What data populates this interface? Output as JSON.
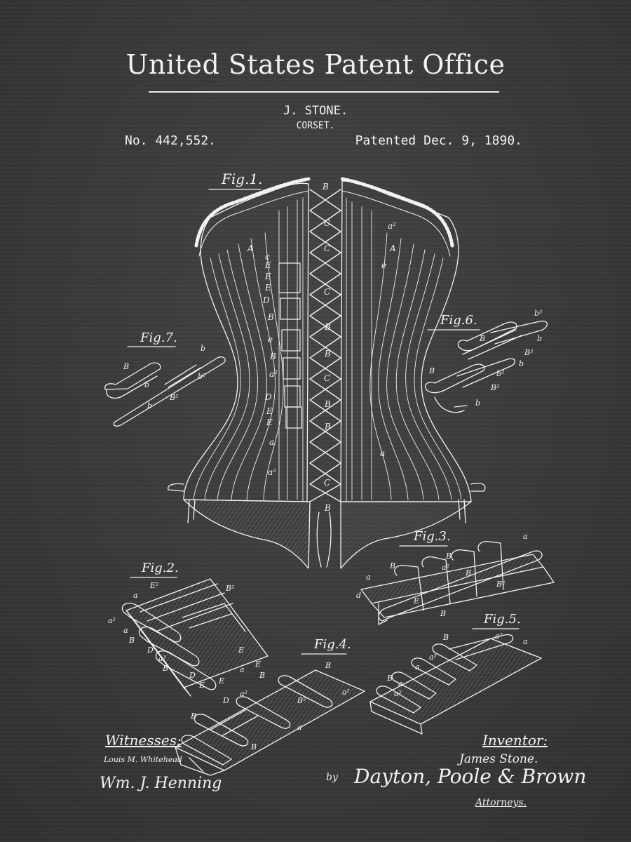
{
  "header": {
    "office": "United States Patent Office",
    "inventor": "J. STONE.",
    "invention": "CORSET.",
    "number": "No. 442,552.",
    "date": "Patented Dec. 9, 1890."
  },
  "figures": {
    "fig1": "Fig.1.",
    "fig2": "Fig.2.",
    "fig3": "Fig.3.",
    "fig4": "Fig.4.",
    "fig5": "Fig.5.",
    "fig6": "Fig.6.",
    "fig7": "Fig.7."
  },
  "labels": {
    "A": "A",
    "B": "B",
    "C": "C",
    "D": "D",
    "E": "E",
    "a": "a",
    "b": "b",
    "c": "c",
    "d": "d",
    "e": "e",
    "a2": "a²",
    "b2": "b²",
    "B2": "B²",
    "E2": "E²",
    "a3": "a³"
  },
  "footer": {
    "witnesses": "Witnesses:",
    "witness1": "Louis M. Whitehead",
    "witness2": "Wm. J. Henning",
    "inventor_label": "Inventor:",
    "inventor_signature": "James Stone.",
    "by": "by",
    "attorney_signature": "Dayton, Poole & Brown",
    "attorneys_label": "Attorneys."
  },
  "colors": {
    "background": "#3a3a3a",
    "ink": "#f2f2f2"
  }
}
